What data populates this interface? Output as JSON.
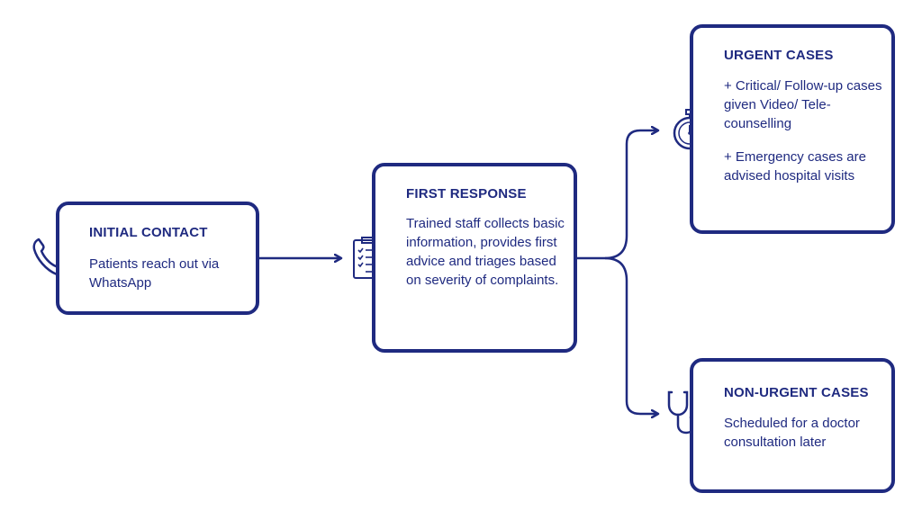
{
  "boxes": {
    "initial_contact": {
      "title": "INITIAL CONTACT",
      "body": "Patients reach out via WhatsApp",
      "icon": "phone-icon"
    },
    "first_response": {
      "title": "FIRST RESPONSE",
      "body": "Trained staff collects basic information, provides first advice and triages based on severity of complaints.",
      "icon": "clipboard-checklist-icon"
    },
    "urgent_cases": {
      "title": "URGENT CASES",
      "body_1": "+ Critical/ Follow-up cases given Video/ Tele-counselling",
      "body_2": "+ Emergency cases are advised hospital visits",
      "icon": "stopwatch-icon"
    },
    "non_urgent_cases": {
      "title": "NON-URGENT CASES",
      "body": "Scheduled for a doctor consultation later",
      "icon": "stethoscope-icon"
    }
  },
  "colors": {
    "primary": "#1f2a80",
    "background": "#ffffff"
  }
}
